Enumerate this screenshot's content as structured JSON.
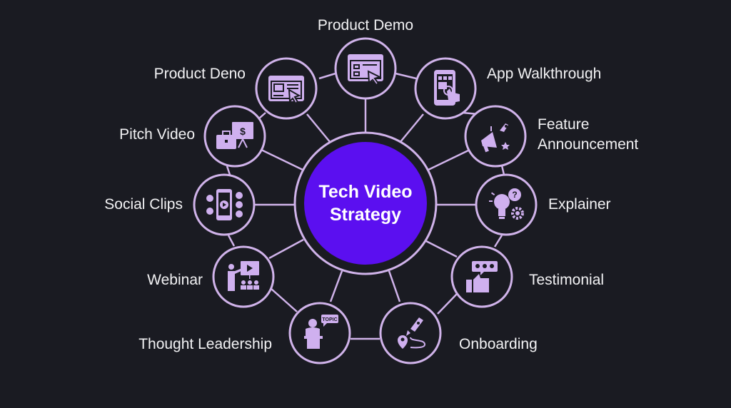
{
  "diagram": {
    "title": "Tech Video Strategy",
    "title_lines": [
      "Tech Video",
      "Strategy"
    ],
    "colors": {
      "background": "#1a1b22",
      "line": "#d0b3ea",
      "icon": "#cfb0ef",
      "center_fill": "#5b0ff0",
      "text": "#f2f2f4"
    },
    "nodes": [
      {
        "id": "product-demo",
        "label": "Product Demo",
        "icon": "browser-click-icon"
      },
      {
        "id": "app-walkthrough",
        "label": "App Walkthrough",
        "icon": "phone-tap-icon"
      },
      {
        "id": "feature-announcement",
        "label": "Feature Announcement",
        "label_lines": [
          "Feature",
          "Announcement"
        ],
        "icon": "megaphone-rocket-icon"
      },
      {
        "id": "explainer",
        "label": "Explainer",
        "icon": "lightbulb-question-icon"
      },
      {
        "id": "testimonial",
        "label": "Testimonial",
        "icon": "thumbs-up-rating-icon"
      },
      {
        "id": "onboarding",
        "label": "Onboarding",
        "icon": "rocket-path-icon"
      },
      {
        "id": "thought-leadership",
        "label": "Thought Leadership",
        "icon": "speaker-podium-topic-icon"
      },
      {
        "id": "webinar",
        "label": "Webinar",
        "icon": "presenter-audience-icon"
      },
      {
        "id": "social-clips",
        "label": "Social Clips",
        "icon": "phone-social-icon"
      },
      {
        "id": "pitch-video",
        "label": "Pitch Video",
        "icon": "briefcase-pitch-icon"
      },
      {
        "id": "product-deno",
        "label": "Product Deno",
        "icon": "browser-cursor-icon"
      }
    ],
    "icon_texts": {
      "topic_bubble": "TOPIC",
      "dollar": "$"
    }
  }
}
